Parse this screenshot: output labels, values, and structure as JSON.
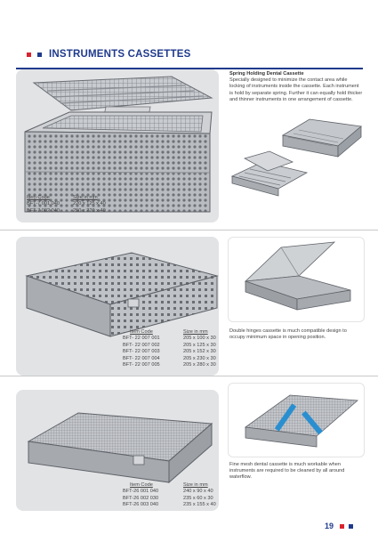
{
  "header": {
    "title": "INSTRUMENTS CASSETTES"
  },
  "section1": {
    "description_title": "Spring Holding Dental Cassette",
    "description": "Specially designed to minimize the contact area while locking of instruments inside the cassette. Each instrument is hold by separate spring. Further it can equally hold thicker and thinner instruments in one arrangement of cassette.",
    "columns": [
      "Item Code",
      "Size in mm"
    ],
    "rows": [
      [
        "BFT-7 001 040",
        "220 x 125 x 40"
      ],
      [
        "BFT-7 002 040",
        "250 x 220 x 40"
      ]
    ]
  },
  "section2": {
    "description": "Double hinges cassette is much compatible design to occupy minimum space in opening position.",
    "columns": [
      "Item Code",
      "Size in mm"
    ],
    "rows": [
      [
        "BFT- 22 007 001",
        "205 x 100 x 30"
      ],
      [
        "BFT- 22 007 002",
        "205 x 125 x 30"
      ],
      [
        "BFT- 22 007 003",
        "205 x 152 x 30"
      ],
      [
        "BFT- 22 007 004",
        "205 x 230 x 30"
      ],
      [
        "BFT- 22 007 005",
        "205 x 280 x 30"
      ]
    ]
  },
  "section3": {
    "description": "Fine mesh dental cassette is much workable when instruments are required to be cleaned by all around waterflow.",
    "columns": [
      "Item Code",
      "Size in mm"
    ],
    "rows": [
      [
        "BFT-26 001 040",
        "240 x 90 x 40"
      ],
      [
        "BFT-26 002 030",
        "235 x 60 x 30"
      ],
      [
        "BFT-26 003 040",
        "235 x 155 x 40"
      ]
    ]
  },
  "footer": {
    "page_number": "19"
  },
  "colors": {
    "brand_red": "#d9232e",
    "brand_navy": "#1f3a8c",
    "panel_gray": "#e2e3e5",
    "accent_blue": "#2a8fd0"
  }
}
